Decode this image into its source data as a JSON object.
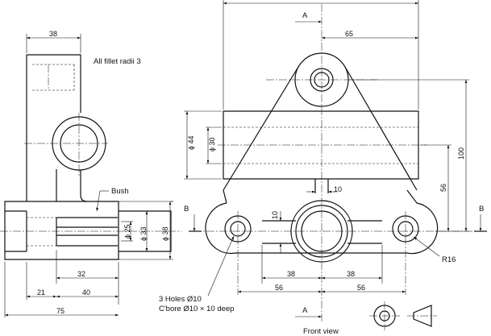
{
  "notes": {
    "fillet": "All fillet radii 3",
    "bush": "Bush",
    "holes_line1": "3 Holes Ø10",
    "holes_line2": "C'bore Ø10 × 10 deep",
    "front_view": "Front view"
  },
  "dims": {
    "d38_top": "38",
    "d65": "65",
    "d44": "ϕ 44",
    "d30": "ϕ 30",
    "d100": "100",
    "d56_v": "56",
    "d10_h": "10",
    "d10_v": "10",
    "d25": "ϕ 25",
    "d33": "ϕ 33",
    "d38_v": "ϕ 38",
    "d32": "32",
    "d21": "21",
    "d40": "40",
    "d75": "75",
    "d38_a": "38",
    "d38_b": "38",
    "d56_a": "56",
    "d56_b": "56",
    "r16": "R16"
  },
  "sections": {
    "a_top": "A",
    "a_bottom": "A",
    "b_left": "B",
    "b_right": "B"
  }
}
